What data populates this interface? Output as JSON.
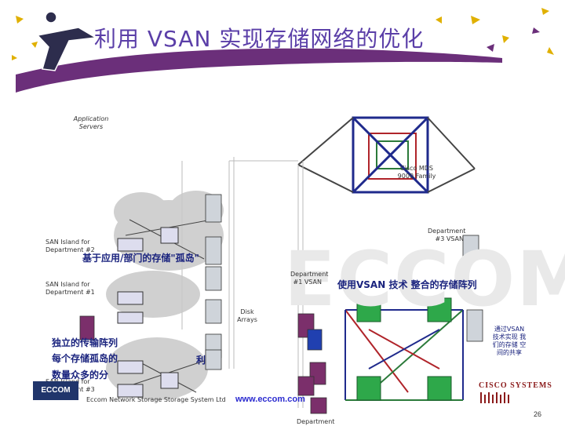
{
  "slide": {
    "title": "利用 VSAN 实现存储网络的优化",
    "watermark": "ECCOM",
    "page_number": "26",
    "footer_url": "www.eccom.com",
    "footer_company": "Eccom Network Storage Storage System Ltd",
    "logo_left": "ECCOM",
    "logo_right": "CISCO SYSTEMS"
  },
  "labels": {
    "application_servers": "Application Servers",
    "cisco_mds": "Cisco MDS 9000 Family",
    "dept3_vsan": "Department #3 VSAN",
    "san_island_2": "SAN Island for Department #2",
    "san_island_1": "SAN Island for Department #1",
    "dept1_vsan": "Department #1 VSAN",
    "disk_arrays": "Disk Arrays",
    "san_island_3": "SAN Island for Department #3",
    "dept_bottom": "Department"
  },
  "annotations": {
    "silo": "基于应用/部门的存储\"孤岛\"",
    "consolidated": "使用VSAN 技术 整合的存储阵列",
    "independent": "独立的传输阵列",
    "each_island": "每个存储孤岛的",
    "scattered": "数量众多的分",
    "vsan_note": "通过VSAN 技术实现 我们的存储 空间的共享",
    "util": "利"
  },
  "colors": {
    "title": "#5b3fa8",
    "fabric_blue": "#1f2a8c",
    "fabric_red": "#b0242a",
    "fabric_green": "#2b7a3a",
    "vsan_switch": "#2ea84a",
    "storage": "#7b2f6b"
  }
}
